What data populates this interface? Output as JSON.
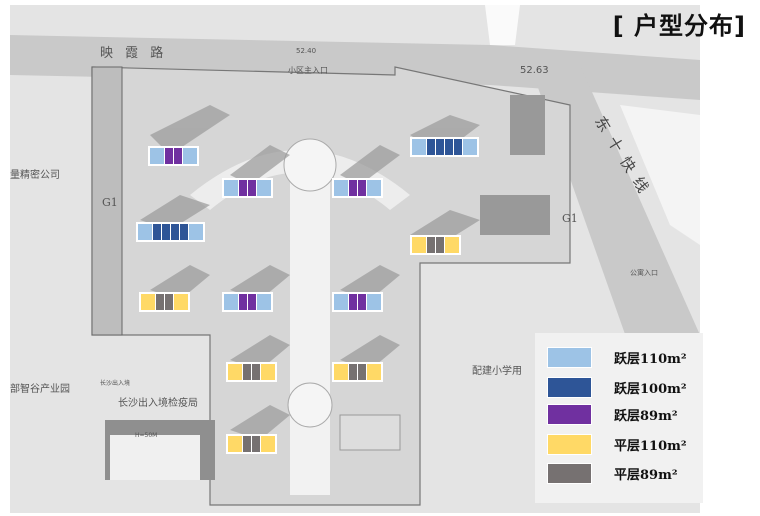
{
  "title": "[ 户型分布]",
  "map_labels": {
    "road_north": "映 霞 路",
    "elev_entry": "52.40",
    "main_entry": "小区主入口",
    "elev_east": "52.63",
    "road_east": "东 十 快 线",
    "company": "量精密公司",
    "green_west": "G1",
    "green_east": "G1",
    "industrial_park": "部智谷产业园",
    "inspection_bureau": "长沙出入境检疫局",
    "inspection_small": "长沙出入境",
    "height_note": "H=50M",
    "school": "配建小学用",
    "apartment_entry": "公寓入口"
  },
  "legend": [
    {
      "label": "跃层110m²",
      "color": "#9dc3e6"
    },
    {
      "label": "跃层100m²",
      "color": "#2e5597"
    },
    {
      "label": "跃层89m²",
      "color": "#7030a0"
    },
    {
      "label": "平层110m²",
      "color": "#ffd966"
    },
    {
      "label": "平层89m²",
      "color": "#767171"
    }
  ]
}
